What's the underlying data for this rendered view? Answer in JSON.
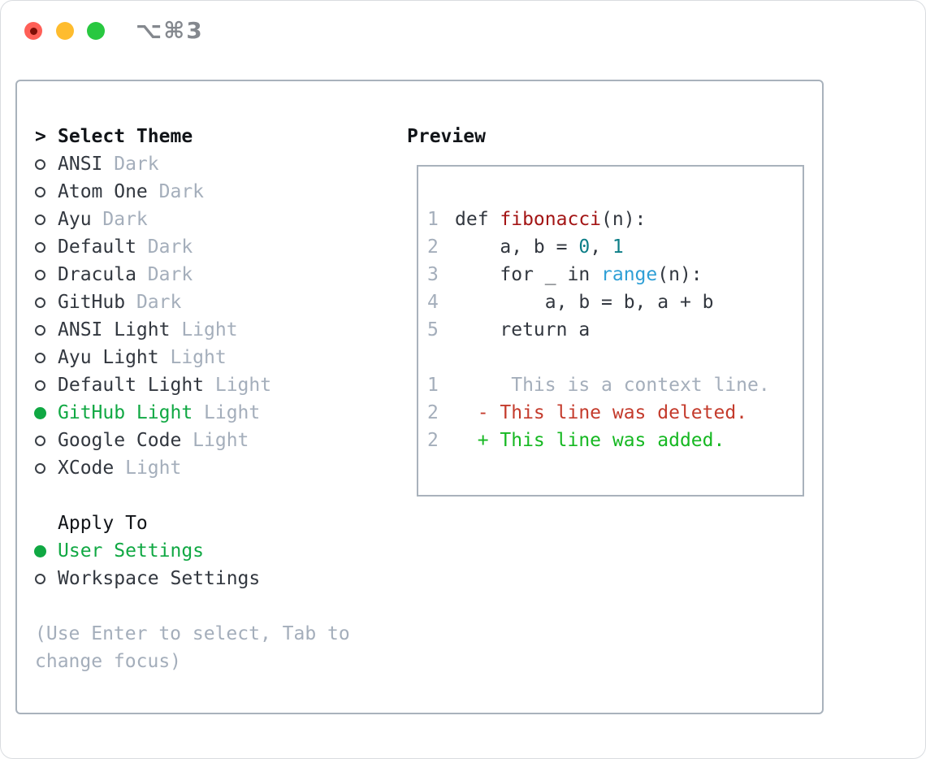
{
  "window": {
    "title": "⌥⌘3"
  },
  "colors": {
    "accent_green": "#10a843",
    "added_green": "#16b822",
    "deleted_red": "#c43b2c",
    "function_red": "#a31515",
    "number_teal": "#0d7e87",
    "builtin_blue": "#2e9fd6",
    "muted_gray": "#a4aebb",
    "text_dark": "#32373f",
    "heading_black": "#111418",
    "border_gray": "#a9b2bc",
    "titlebar_gray": "#84888e",
    "traffic_red": "#ff5f57",
    "traffic_red_dot": "#7f0e07",
    "traffic_yellow": "#febc2e",
    "traffic_green": "#28c840"
  },
  "theme_picker": {
    "caret": ">",
    "title": "Select Theme",
    "themes": [
      {
        "name": "ANSI",
        "tag": "Dark",
        "selected": false
      },
      {
        "name": "Atom One",
        "tag": "Dark",
        "selected": false
      },
      {
        "name": "Ayu",
        "tag": "Dark",
        "selected": false
      },
      {
        "name": "Default",
        "tag": "Dark",
        "selected": false
      },
      {
        "name": "Dracula",
        "tag": "Dark",
        "selected": false
      },
      {
        "name": "GitHub",
        "tag": "Dark",
        "selected": false
      },
      {
        "name": "ANSI Light",
        "tag": "Light",
        "selected": false
      },
      {
        "name": "Ayu Light",
        "tag": "Light",
        "selected": false
      },
      {
        "name": "Default Light",
        "tag": "Light",
        "selected": false
      },
      {
        "name": "GitHub Light",
        "tag": "Light",
        "selected": true
      },
      {
        "name": "Google Code",
        "tag": "Light",
        "selected": false
      },
      {
        "name": "XCode",
        "tag": "Light",
        "selected": false
      }
    ],
    "apply_title": "Apply To",
    "apply_options": [
      {
        "name": "User Settings",
        "selected": true
      },
      {
        "name": "Workspace Settings",
        "selected": false
      }
    ],
    "footer_hint": "(Use Enter to select, Tab to change focus)",
    "footer_lines": [
      "(Use Enter to select, Tab to",
      "change focus)"
    ]
  },
  "preview": {
    "title": "Preview",
    "lines": [
      {
        "num": "1",
        "tokens": [
          {
            "t": "def ",
            "c": "plain"
          },
          {
            "t": "fibonacci",
            "c": "func"
          },
          {
            "t": "(n):",
            "c": "plain"
          }
        ]
      },
      {
        "num": "2",
        "tokens": [
          {
            "t": "    a, b = ",
            "c": "plain"
          },
          {
            "t": "0",
            "c": "num"
          },
          {
            "t": ", ",
            "c": "plain"
          },
          {
            "t": "1",
            "c": "num"
          }
        ]
      },
      {
        "num": "3",
        "tokens": [
          {
            "t": "    for _ in ",
            "c": "plain"
          },
          {
            "t": "range",
            "c": "builtin"
          },
          {
            "t": "(n):",
            "c": "plain"
          }
        ]
      },
      {
        "num": "4",
        "tokens": [
          {
            "t": "        a, b = b, a + b",
            "c": "plain"
          }
        ]
      },
      {
        "num": "5",
        "tokens": [
          {
            "t": "    return a",
            "c": "plain"
          }
        ]
      },
      {
        "num": "",
        "tokens": []
      },
      {
        "num": "1",
        "tokens": [
          {
            "t": "     This is a context line.",
            "c": "context"
          }
        ]
      },
      {
        "num": "2",
        "tokens": [
          {
            "t": "  - This line was deleted.",
            "c": "deleted"
          }
        ]
      },
      {
        "num": "2",
        "tokens": [
          {
            "t": "  + This line was added.",
            "c": "added"
          }
        ]
      }
    ]
  }
}
